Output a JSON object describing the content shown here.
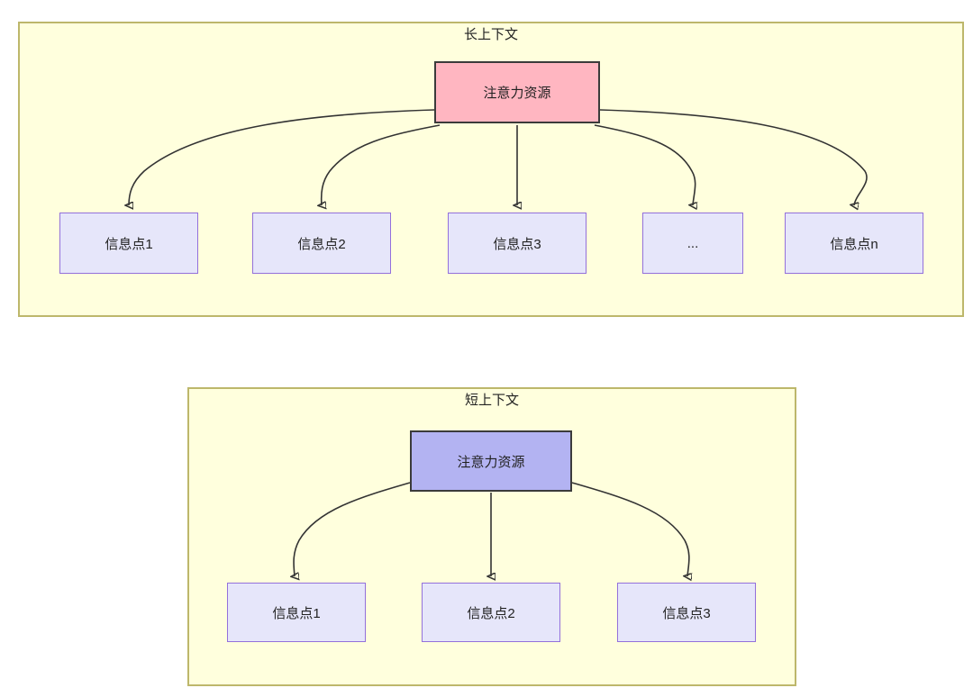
{
  "diagram": {
    "type": "flowchart",
    "background": "#ffffff",
    "palette": {
      "group_fill": "#ffffdd",
      "group_border": "#bdb76b",
      "attention_long_fill": "#ffb6c1",
      "attention_short_fill": "#b3b3f2",
      "node_border_dark": "#3b3b3b",
      "info_fill": "#e6e6fa",
      "info_border": "#9370db",
      "edge_color": "#333333",
      "text_color": "#222222"
    },
    "groups": [
      {
        "id": "long-context",
        "title": "长上下文",
        "root": {
          "id": "attention-long",
          "label": "注意力资源"
        },
        "children": [
          {
            "id": "info-long-1",
            "label": "信息点1"
          },
          {
            "id": "info-long-2",
            "label": "信息点2"
          },
          {
            "id": "info-long-3",
            "label": "信息点3"
          },
          {
            "id": "info-long-ellipsis",
            "label": "..."
          },
          {
            "id": "info-long-n",
            "label": "信息点n"
          }
        ]
      },
      {
        "id": "short-context",
        "title": "短上下文",
        "root": {
          "id": "attention-short",
          "label": "注意力资源"
        },
        "children": [
          {
            "id": "info-short-1",
            "label": "信息点1"
          },
          {
            "id": "info-short-2",
            "label": "信息点2"
          },
          {
            "id": "info-short-3",
            "label": "信息点3"
          }
        ]
      }
    ]
  }
}
